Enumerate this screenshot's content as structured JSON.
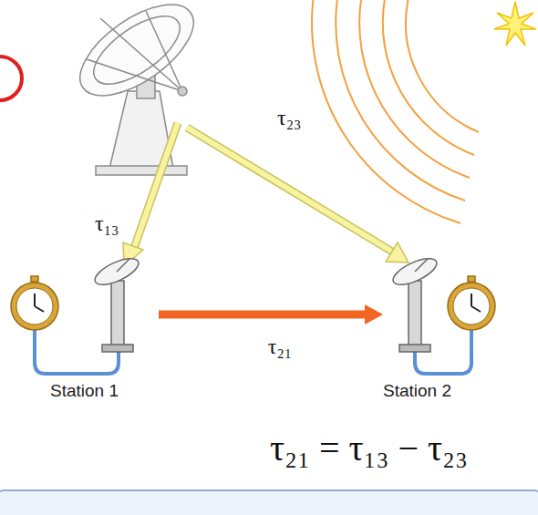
{
  "diagram": {
    "nodes": [
      {
        "text": [
          "Station 1"
        ]
      },
      {
        "text": [
          "Station 2"
        ]
      }
    ],
    "edges": [
      {
        "from": 0,
        "to": 1,
        "arrow": "to",
        "label": "τ₂₁"
      }
    ],
    "labels": [
      "τ₁₃",
      "τ₂₃",
      "τ₂₁ = τ₁₃ − τ₂₃"
    ]
  }
}
